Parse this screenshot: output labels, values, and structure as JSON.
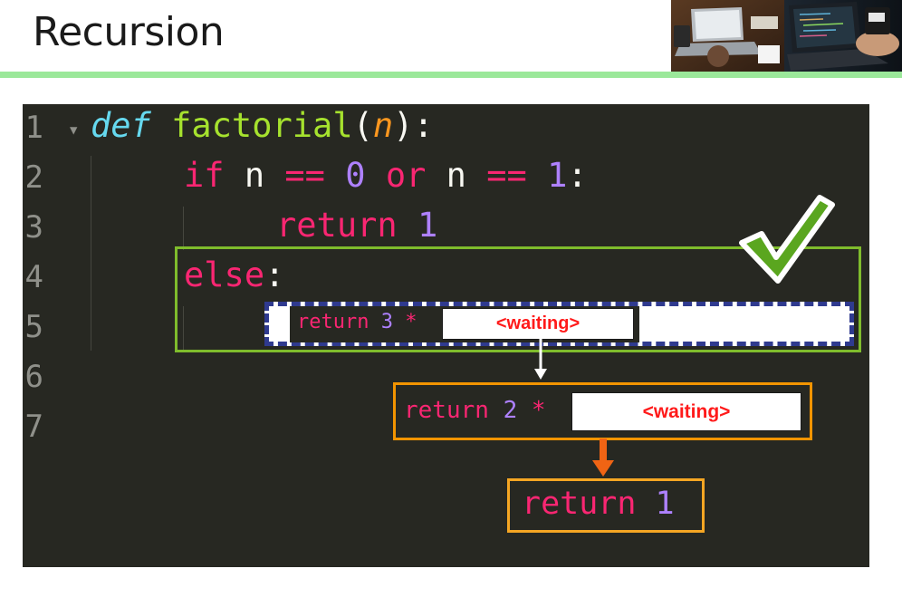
{
  "title": "Recursion",
  "code_lines": {
    "line_numbers": [
      "1",
      "2",
      "3",
      "4",
      "5",
      "6",
      "7"
    ],
    "l1": {
      "def": "def",
      "name": "factorial",
      "open": "(",
      "param": "n",
      "close": "):"
    },
    "l2": {
      "if": "if",
      "n1": "n",
      "eq1": "==",
      "zero": "0",
      "or": "or",
      "n2": "n",
      "eq2": "==",
      "one": "1",
      "colon": ":"
    },
    "l3": {
      "return": "return",
      "one": "1"
    },
    "l4": {
      "else": "else",
      "colon": ":"
    }
  },
  "call_3": {
    "return": "return",
    "num": "3",
    "op": "*",
    "waiting": "<waiting>"
  },
  "call_2": {
    "return": "return",
    "num": "2",
    "op": "*",
    "waiting": "<waiting>"
  },
  "call_1": {
    "return": "return",
    "num": "1"
  },
  "colors": {
    "title_rule": "#9be89a",
    "editor_bg": "#272822",
    "keyword": "#f92672",
    "function": "#a6e22e",
    "number": "#ae81ff",
    "param": "#fd971f",
    "def": "#66d9ef",
    "check": "#5aa61f",
    "green_box": "#7fbc2c",
    "dashed_box": "#2f3a8f",
    "orange_box": "#f29400",
    "arrow_orange": "#f06414",
    "waiting_text": "#ff1a1a"
  },
  "icons": {
    "check": "checkmark-icon",
    "photo": "laptop-desk-photo"
  }
}
